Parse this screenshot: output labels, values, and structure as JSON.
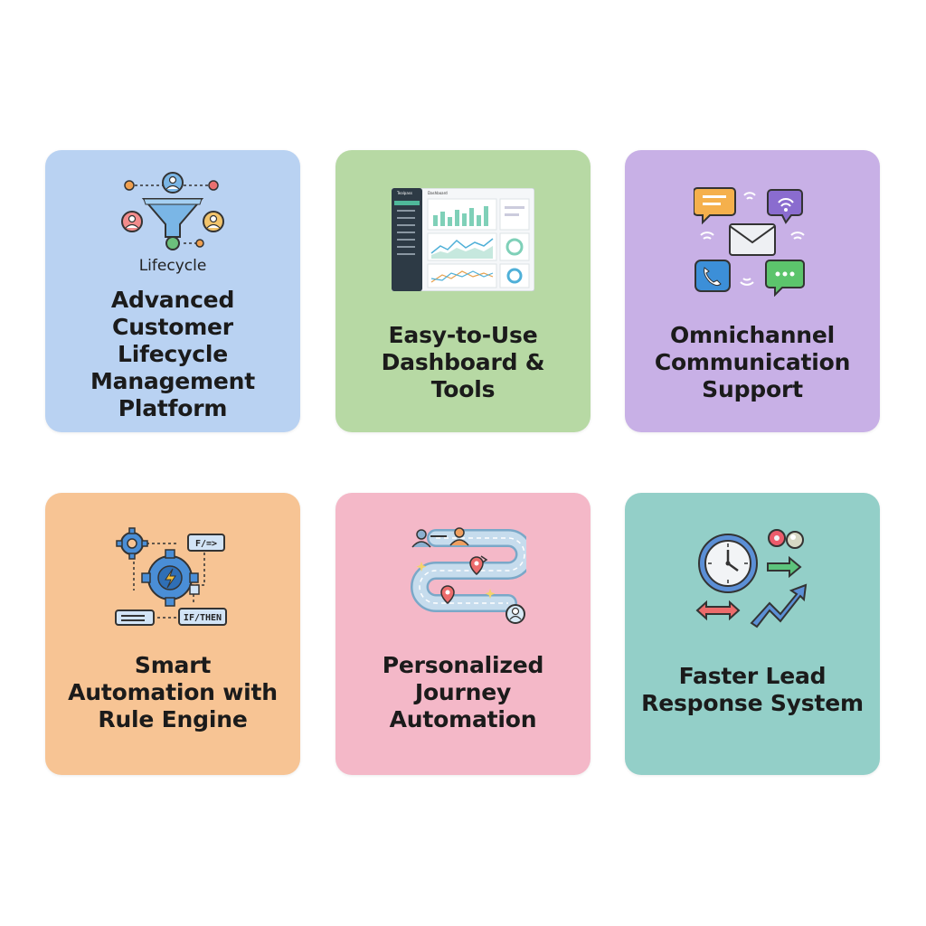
{
  "cards": [
    {
      "title_lines": [
        "Advanced",
        "Customer",
        "Lifecycle",
        "Management",
        "Platform"
      ],
      "icon_label": "Lifecycle",
      "color": "#b9d2f2"
    },
    {
      "title_lines": [
        "Easy-to-Use",
        "Dashboard &",
        "Tools"
      ],
      "color": "#b7d9a4"
    },
    {
      "title_lines": [
        "Omnichannel",
        "Communication",
        "Support"
      ],
      "color": "#c8b0e6"
    },
    {
      "title_lines": [
        "Smart",
        "Automation with",
        "Rule Engine"
      ],
      "color": "#f7c494"
    },
    {
      "title_lines": [
        "Personalized",
        "Journey",
        "Automation"
      ],
      "color": "#f4b8c8"
    },
    {
      "title_lines": [
        "Faster Lead",
        "Response System"
      ],
      "color": "#93cfc8"
    }
  ],
  "icons": {
    "dashboard_header": "Dashboard",
    "dashboard_sidebar_brand": "Tealpass",
    "rule_code_label": "F/=>",
    "rule_condition_label": "IF/THEN"
  }
}
